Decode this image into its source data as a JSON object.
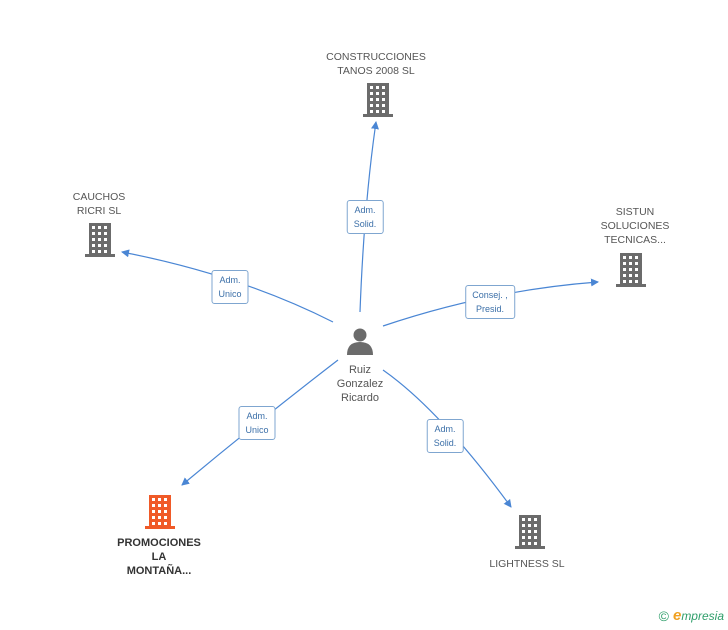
{
  "colors": {
    "edge": "#4a86d4",
    "building": "#6b6b6b",
    "building_highlight": "#f05a28",
    "person": "#6b6b6b",
    "brand": "#2e9e6a"
  },
  "center": {
    "icon": "person-icon",
    "label_lines": [
      "Ruiz",
      "Gonzalez",
      "Ricardo"
    ]
  },
  "companies": [
    {
      "id": "construcciones",
      "label_lines": [
        "CONSTRUCCIONES",
        "TANOS 2008 SL"
      ],
      "relation_lines": [
        "Adm.",
        "Solid."
      ],
      "highlight": false
    },
    {
      "id": "cauchos",
      "label_lines": [
        "CAUCHOS",
        "RICRI SL"
      ],
      "relation_lines": [
        "Adm.",
        "Unico"
      ],
      "highlight": false
    },
    {
      "id": "sistun",
      "label_lines": [
        "SISTUN",
        "SOLUCIONES",
        "TECNICAS..."
      ],
      "relation_lines": [
        "Consej. ,",
        "Presid."
      ],
      "highlight": false
    },
    {
      "id": "promociones",
      "label_lines": [
        "PROMOCIONES",
        "LA",
        "MONTAÑA..."
      ],
      "relation_lines": [
        "Adm.",
        "Unico"
      ],
      "highlight": true
    },
    {
      "id": "lightness",
      "label_lines": [
        "LIGHTNESS SL"
      ],
      "relation_lines": [
        "Adm.",
        "Solid."
      ],
      "highlight": false
    }
  ],
  "brand": {
    "copyright": "©",
    "initial": "e",
    "name": "mpresia"
  }
}
